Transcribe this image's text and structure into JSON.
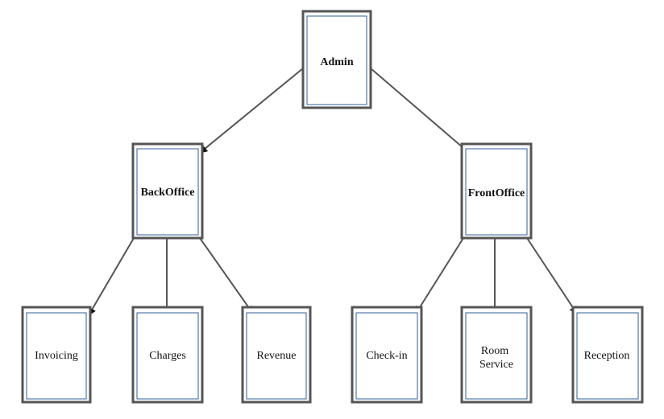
{
  "nodes": {
    "admin": {
      "label": "Admin"
    },
    "backoffice": {
      "label": "BackOffice"
    },
    "frontoffice": {
      "label": "FrontOffice"
    },
    "invoicing": {
      "label": "Invoicing"
    },
    "charges": {
      "label": "Charges"
    },
    "revenue": {
      "label": "Revenue"
    },
    "checkin": {
      "label": "Check-in"
    },
    "roomservice": {
      "label_line1": "Room",
      "label_line2": "Service"
    },
    "reception": {
      "label": "Reception"
    }
  },
  "edges": [
    {
      "from": "admin",
      "to": "backoffice"
    },
    {
      "from": "admin",
      "to": "frontoffice"
    },
    {
      "from": "backoffice",
      "to": "invoicing"
    },
    {
      "from": "backoffice",
      "to": "charges"
    },
    {
      "from": "backoffice",
      "to": "revenue"
    },
    {
      "from": "frontoffice",
      "to": "checkin"
    },
    {
      "from": "frontoffice",
      "to": "roomservice"
    },
    {
      "from": "frontoffice",
      "to": "reception"
    }
  ],
  "colors": {
    "outer_border": "#555555",
    "inner_border": "#2f5f9e",
    "edge": "#555555"
  }
}
